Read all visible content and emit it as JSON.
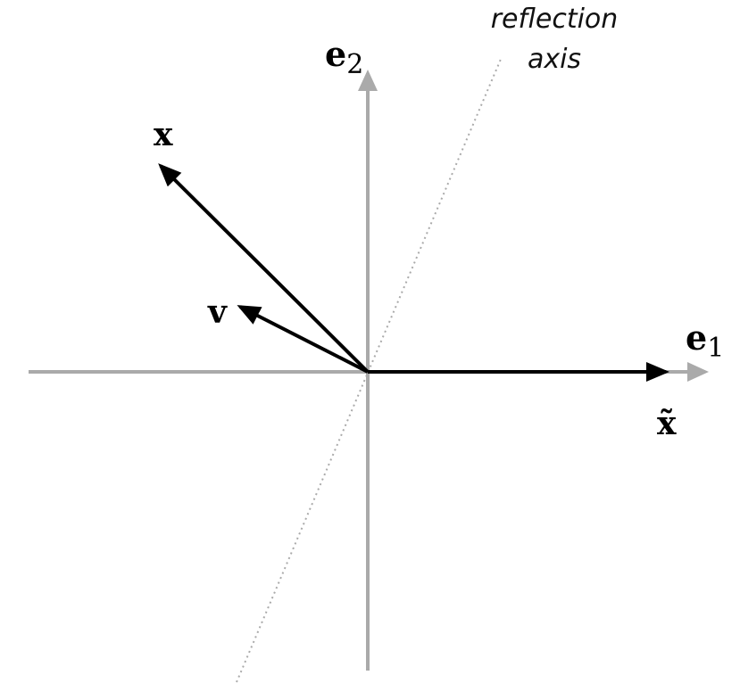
{
  "labels": {
    "reflection_axis_line1": "reflection",
    "reflection_axis_line2": "axis",
    "e1_base": "e",
    "e1_sub": "1",
    "e2_base": "e",
    "e2_sub": "2",
    "x": "x",
    "v": "v",
    "x_tilde": "x̃"
  },
  "colors": {
    "axis": "#aaaaaa",
    "vector": "#000000",
    "reflection_line": "#aaaaaa"
  }
}
